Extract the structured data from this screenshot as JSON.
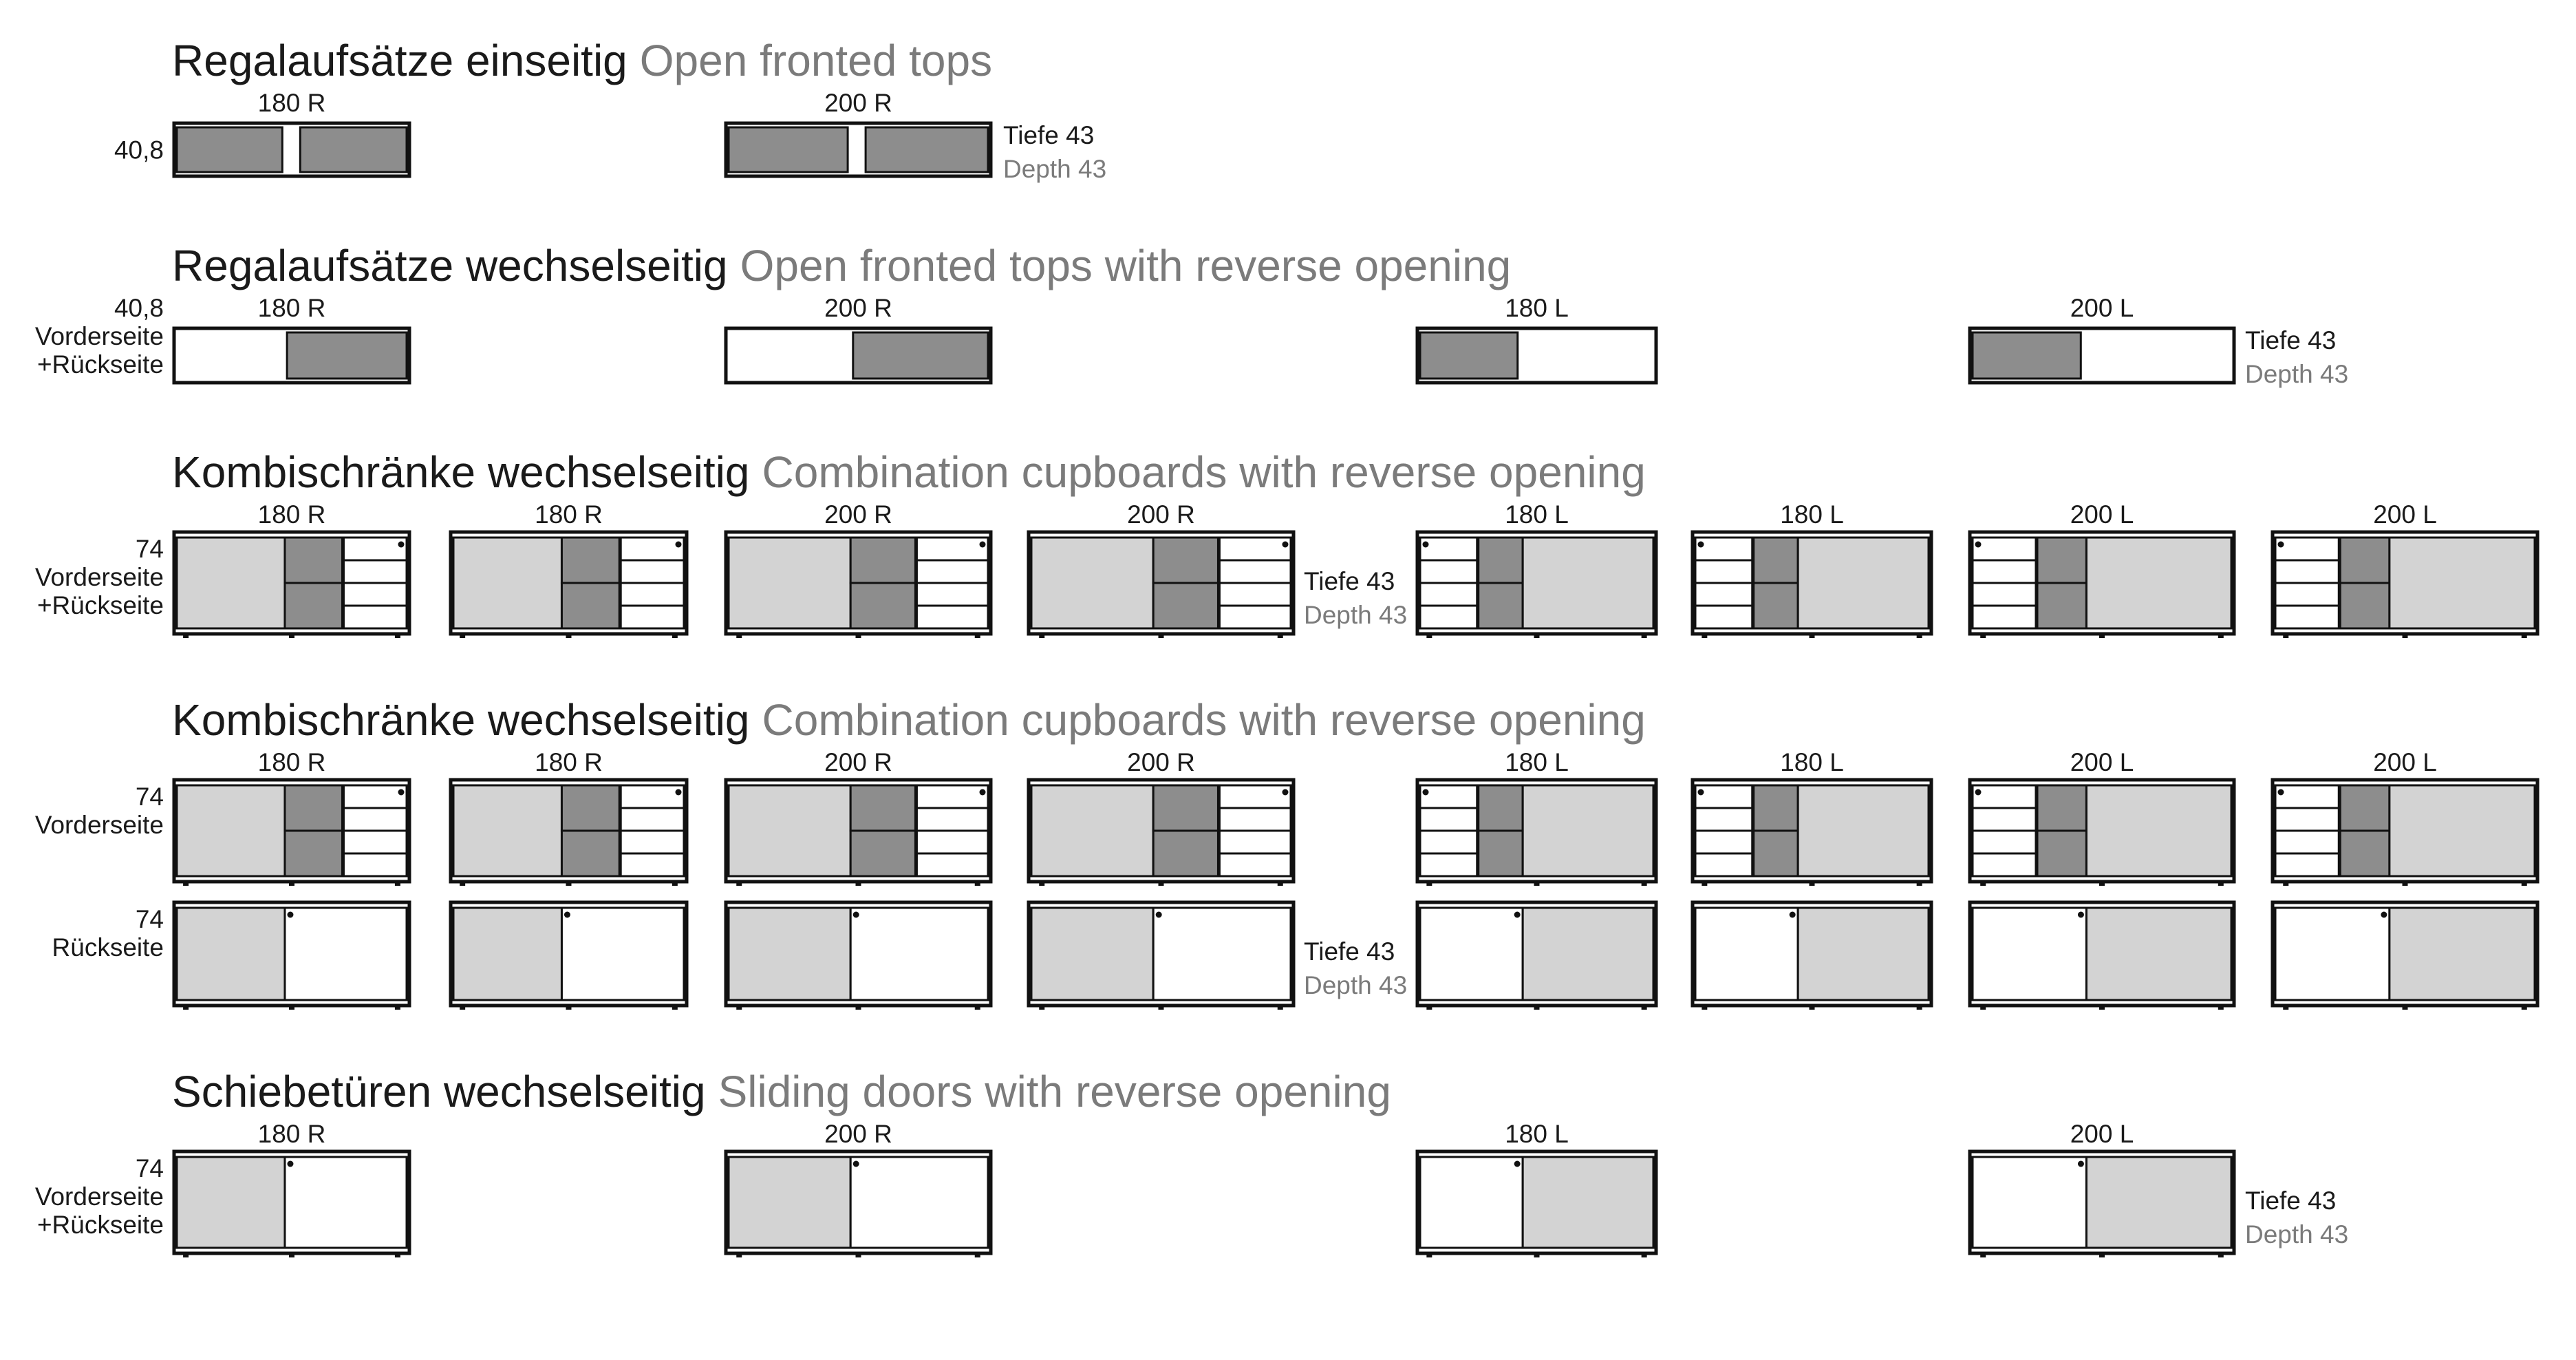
{
  "colors": {
    "dark": "#8d8d8d",
    "light": "#d3d3d3",
    "white": "#ffffff",
    "stroke": "#111111",
    "subtitle": "#7b7b7b"
  },
  "sections": [
    {
      "id": "open-tops",
      "title_de": "Regalaufsätze einseitig",
      "title_en": "Open fronted tops",
      "rows": [
        {
          "side_lines": [
            "40,8"
          ],
          "depth": {
            "de": "Tiefe 43",
            "en": "Depth 43"
          },
          "units": [
            {
              "label": "180 R",
              "kind": "top-single"
            },
            {
              "label": "200 R",
              "kind": "top-single"
            }
          ]
        }
      ]
    },
    {
      "id": "open-tops-reverse",
      "title_de": "Regalaufsätze wechselseitig",
      "title_en": "Open fronted tops with reverse opening",
      "rows": [
        {
          "side_lines": [
            "40,8",
            "Vorderseite",
            "+Rückseite"
          ],
          "depth": {
            "de": "Tiefe 43",
            "en": "Depth 43"
          },
          "units": [
            {
              "label": "180 R",
              "kind": "top-rev-R"
            },
            {
              "label": "200 R",
              "kind": "top-rev-R"
            },
            {
              "label": "180 L",
              "kind": "top-rev-L"
            },
            {
              "label": "200 L",
              "kind": "top-rev-L"
            }
          ]
        }
      ]
    },
    {
      "id": "combination-1",
      "title_de": "Kombischränke wechselseitig",
      "title_en": "Combination cupboards with reverse opening",
      "rows": [
        {
          "side_lines": [
            "74",
            "Vorderseite",
            "+Rückseite"
          ],
          "depth": {
            "de": "Tiefe 43",
            "en": "Depth 43"
          },
          "units": [
            {
              "label": "180 R",
              "kind": "combo-R"
            },
            {
              "label": "180 R",
              "kind": "combo-R"
            },
            {
              "label": "200 R",
              "kind": "combo-R"
            },
            {
              "label": "200 R",
              "kind": "combo-R"
            },
            {
              "label": "180 L",
              "kind": "combo-L"
            },
            {
              "label": "180 L",
              "kind": "combo-L"
            },
            {
              "label": "200 L",
              "kind": "combo-L"
            },
            {
              "label": "200 L",
              "kind": "combo-L"
            }
          ]
        }
      ]
    },
    {
      "id": "combination-2",
      "title_de": "Kombischränke wechselseitig",
      "title_en": "Combination cupboards with reverse opening",
      "rows": [
        {
          "side_lines": [
            "74",
            "Vorderseite"
          ],
          "depth": null,
          "units": [
            {
              "label": "180 R",
              "kind": "combo-R"
            },
            {
              "label": "180 R",
              "kind": "combo-R"
            },
            {
              "label": "200 R",
              "kind": "combo-R"
            },
            {
              "label": "200 R",
              "kind": "combo-R"
            },
            {
              "label": "180 L",
              "kind": "combo-L"
            },
            {
              "label": "180 L",
              "kind": "combo-L"
            },
            {
              "label": "200 L",
              "kind": "combo-L"
            },
            {
              "label": "200 L",
              "kind": "combo-L"
            }
          ]
        },
        {
          "side_lines": [
            "74",
            "Rückseite"
          ],
          "depth": {
            "de": "Tiefe 43",
            "en": "Depth 43"
          },
          "units": [
            {
              "label": "",
              "kind": "slide-R"
            },
            {
              "label": "",
              "kind": "slide-R"
            },
            {
              "label": "",
              "kind": "slide-R"
            },
            {
              "label": "",
              "kind": "slide-R"
            },
            {
              "label": "",
              "kind": "slide-L"
            },
            {
              "label": "",
              "kind": "slide-L"
            },
            {
              "label": "",
              "kind": "slide-L"
            },
            {
              "label": "",
              "kind": "slide-L"
            }
          ]
        }
      ]
    },
    {
      "id": "sliding-doors",
      "title_de": "Schiebetüren wechselseitig",
      "title_en": "Sliding doors with reverse opening",
      "rows": [
        {
          "side_lines": [
            "74",
            "Vorderseite",
            "+Rückseite"
          ],
          "depth": {
            "de": "Tiefe 43",
            "en": "Depth 43"
          },
          "units": [
            {
              "label": "180 R",
              "kind": "slide-R"
            },
            {
              "label": "200 R",
              "kind": "slide-R"
            },
            {
              "label": "180 L",
              "kind": "slide-L"
            },
            {
              "label": "200 L",
              "kind": "slide-L"
            }
          ]
        }
      ]
    }
  ]
}
